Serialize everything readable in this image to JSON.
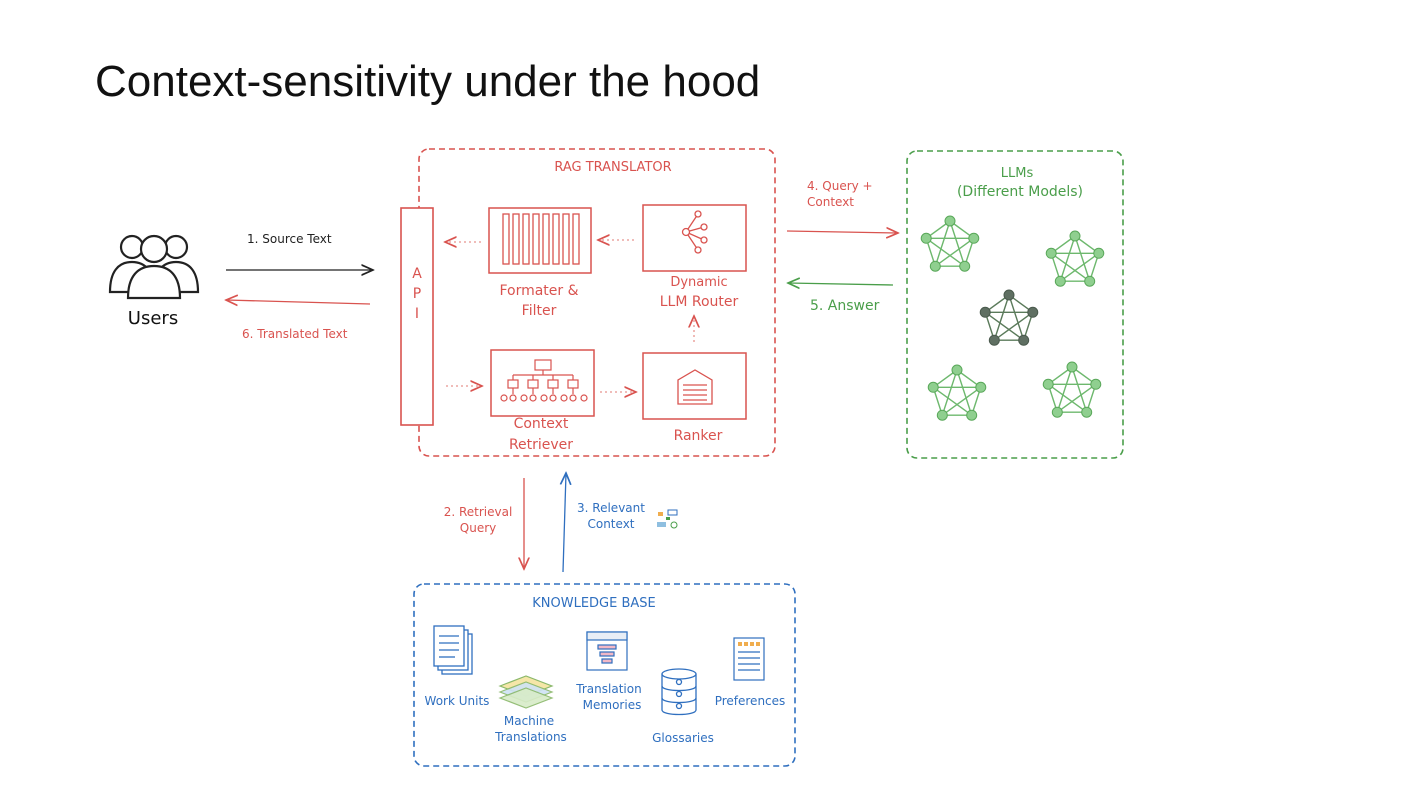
{
  "title": "Context-sensitivity under the hood",
  "colors": {
    "red": "#d9534f",
    "green": "#4a9e4a",
    "blue": "#2f6fbf",
    "dark": "#222222"
  },
  "users": {
    "label": "Users"
  },
  "flows": {
    "source_text": "1. Source Text",
    "translated_text": "6. Translated Text",
    "retrieval_query_1": "2. Retrieval",
    "retrieval_query_2": "Query",
    "relevant_context_1": "3. Relevant",
    "relevant_context_2": "Context",
    "query_context_1": "4. Query +",
    "query_context_2": "Context",
    "answer": "5. Answer"
  },
  "rag": {
    "title": "RAG TRANSLATOR",
    "api_letters": [
      "A",
      "P",
      "I"
    ],
    "formatter_1": "Formater &",
    "formatter_2": "Filter",
    "router_1": "Dynamic",
    "router_2": "LLM Router",
    "retriever_1": "Context",
    "retriever_2": "Retriever",
    "ranker": "Ranker"
  },
  "llms": {
    "title_1": "LLMs",
    "title_2": "(Different Models)"
  },
  "kb": {
    "title": "KNOWLEDGE BASE",
    "work_units": "Work Units",
    "machine_1": "Machine",
    "machine_2": "Translations",
    "tm_1": "Translation",
    "tm_2": "Memories",
    "glossaries": "Glossaries",
    "preferences": "Preferences"
  }
}
